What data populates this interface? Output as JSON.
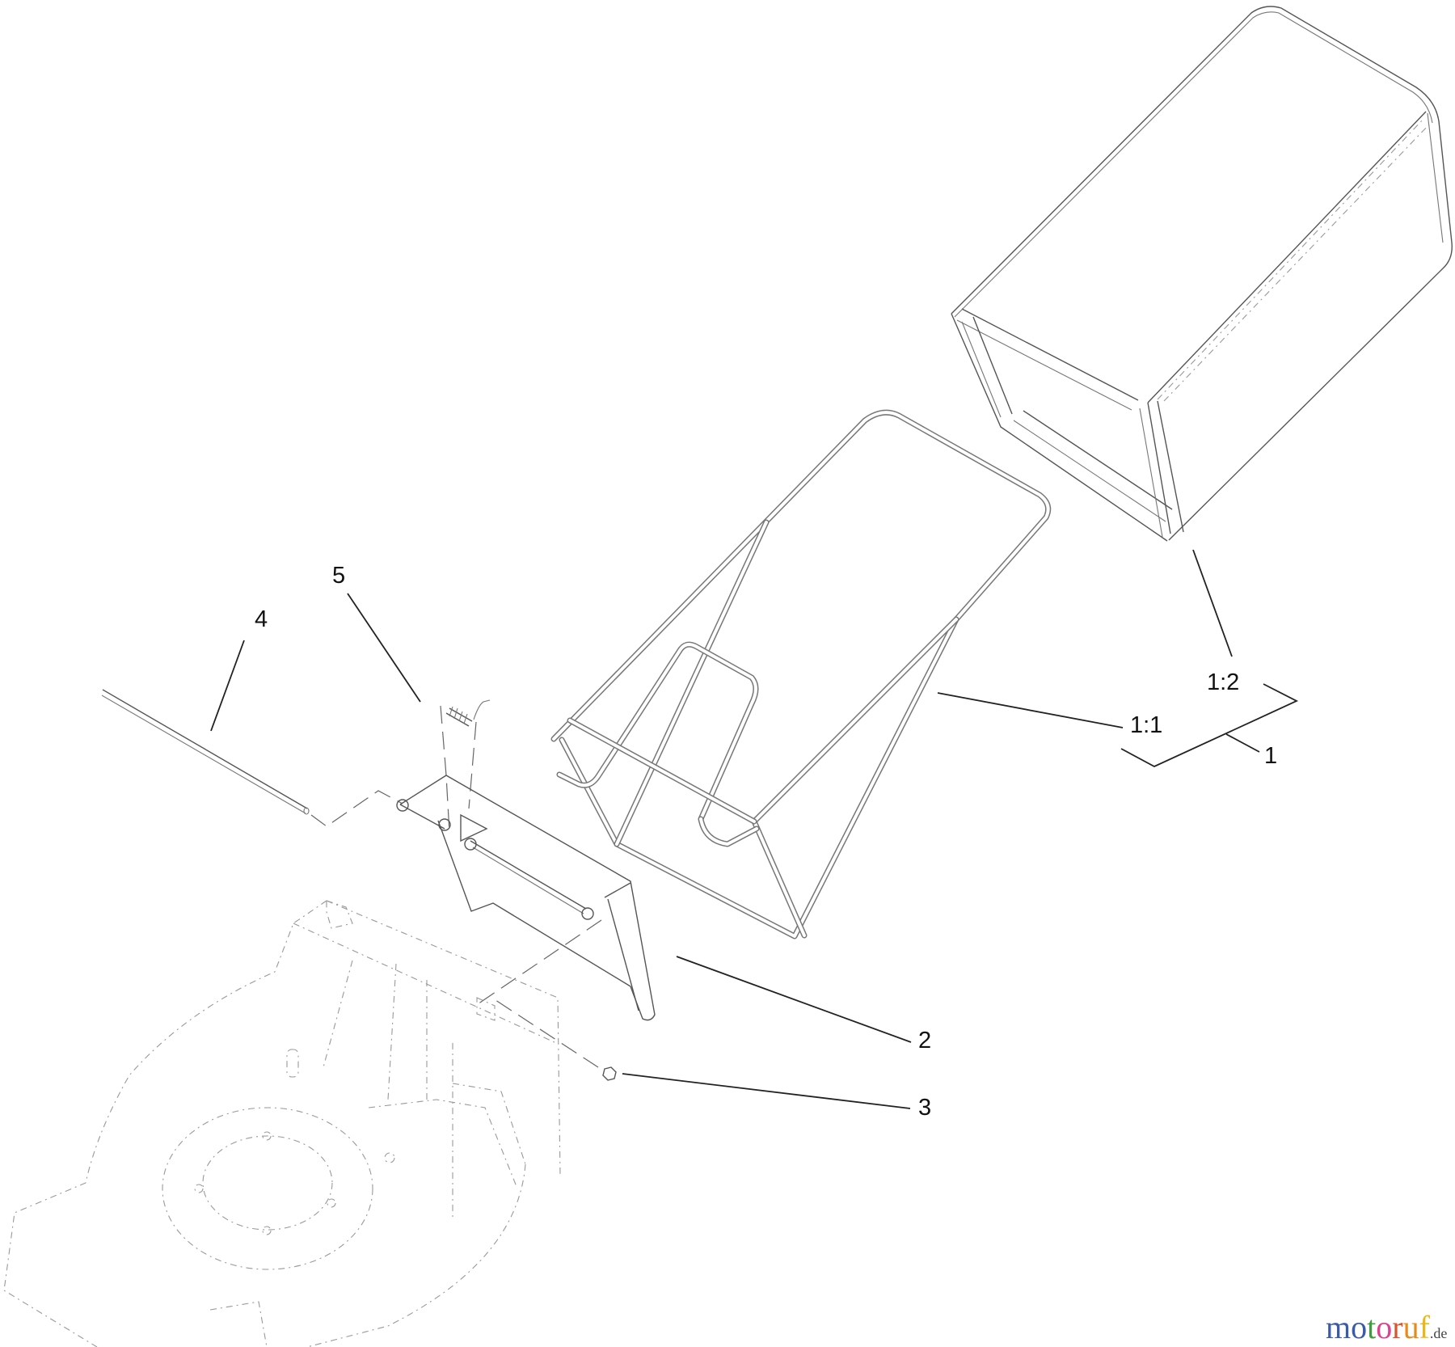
{
  "diagram": {
    "type": "exploded parts diagram",
    "subject": "lawn mower grass bag assembly",
    "callouts": [
      {
        "id": "1",
        "label": "1",
        "part": "grass bag assembly"
      },
      {
        "id": "1:1",
        "label": "1:1",
        "part": "bag frame"
      },
      {
        "id": "1:2",
        "label": "1:2",
        "part": "grass bag"
      },
      {
        "id": "2",
        "label": "2",
        "part": "rear door"
      },
      {
        "id": "3",
        "label": "3",
        "part": "nut"
      },
      {
        "id": "4",
        "label": "4",
        "part": "hinge rod"
      },
      {
        "id": "5",
        "label": "5",
        "part": "torsion spring"
      }
    ]
  },
  "watermark": {
    "letters": [
      "m",
      "o",
      "t",
      "o",
      "r",
      "u",
      "f"
    ],
    "colors": [
      "#3b5ba9",
      "#3b5ba9",
      "#3e9b3e",
      "#d9438f",
      "#d9562a",
      "#e88a1a",
      "#e8b81a"
    ],
    "tld": ".de"
  }
}
